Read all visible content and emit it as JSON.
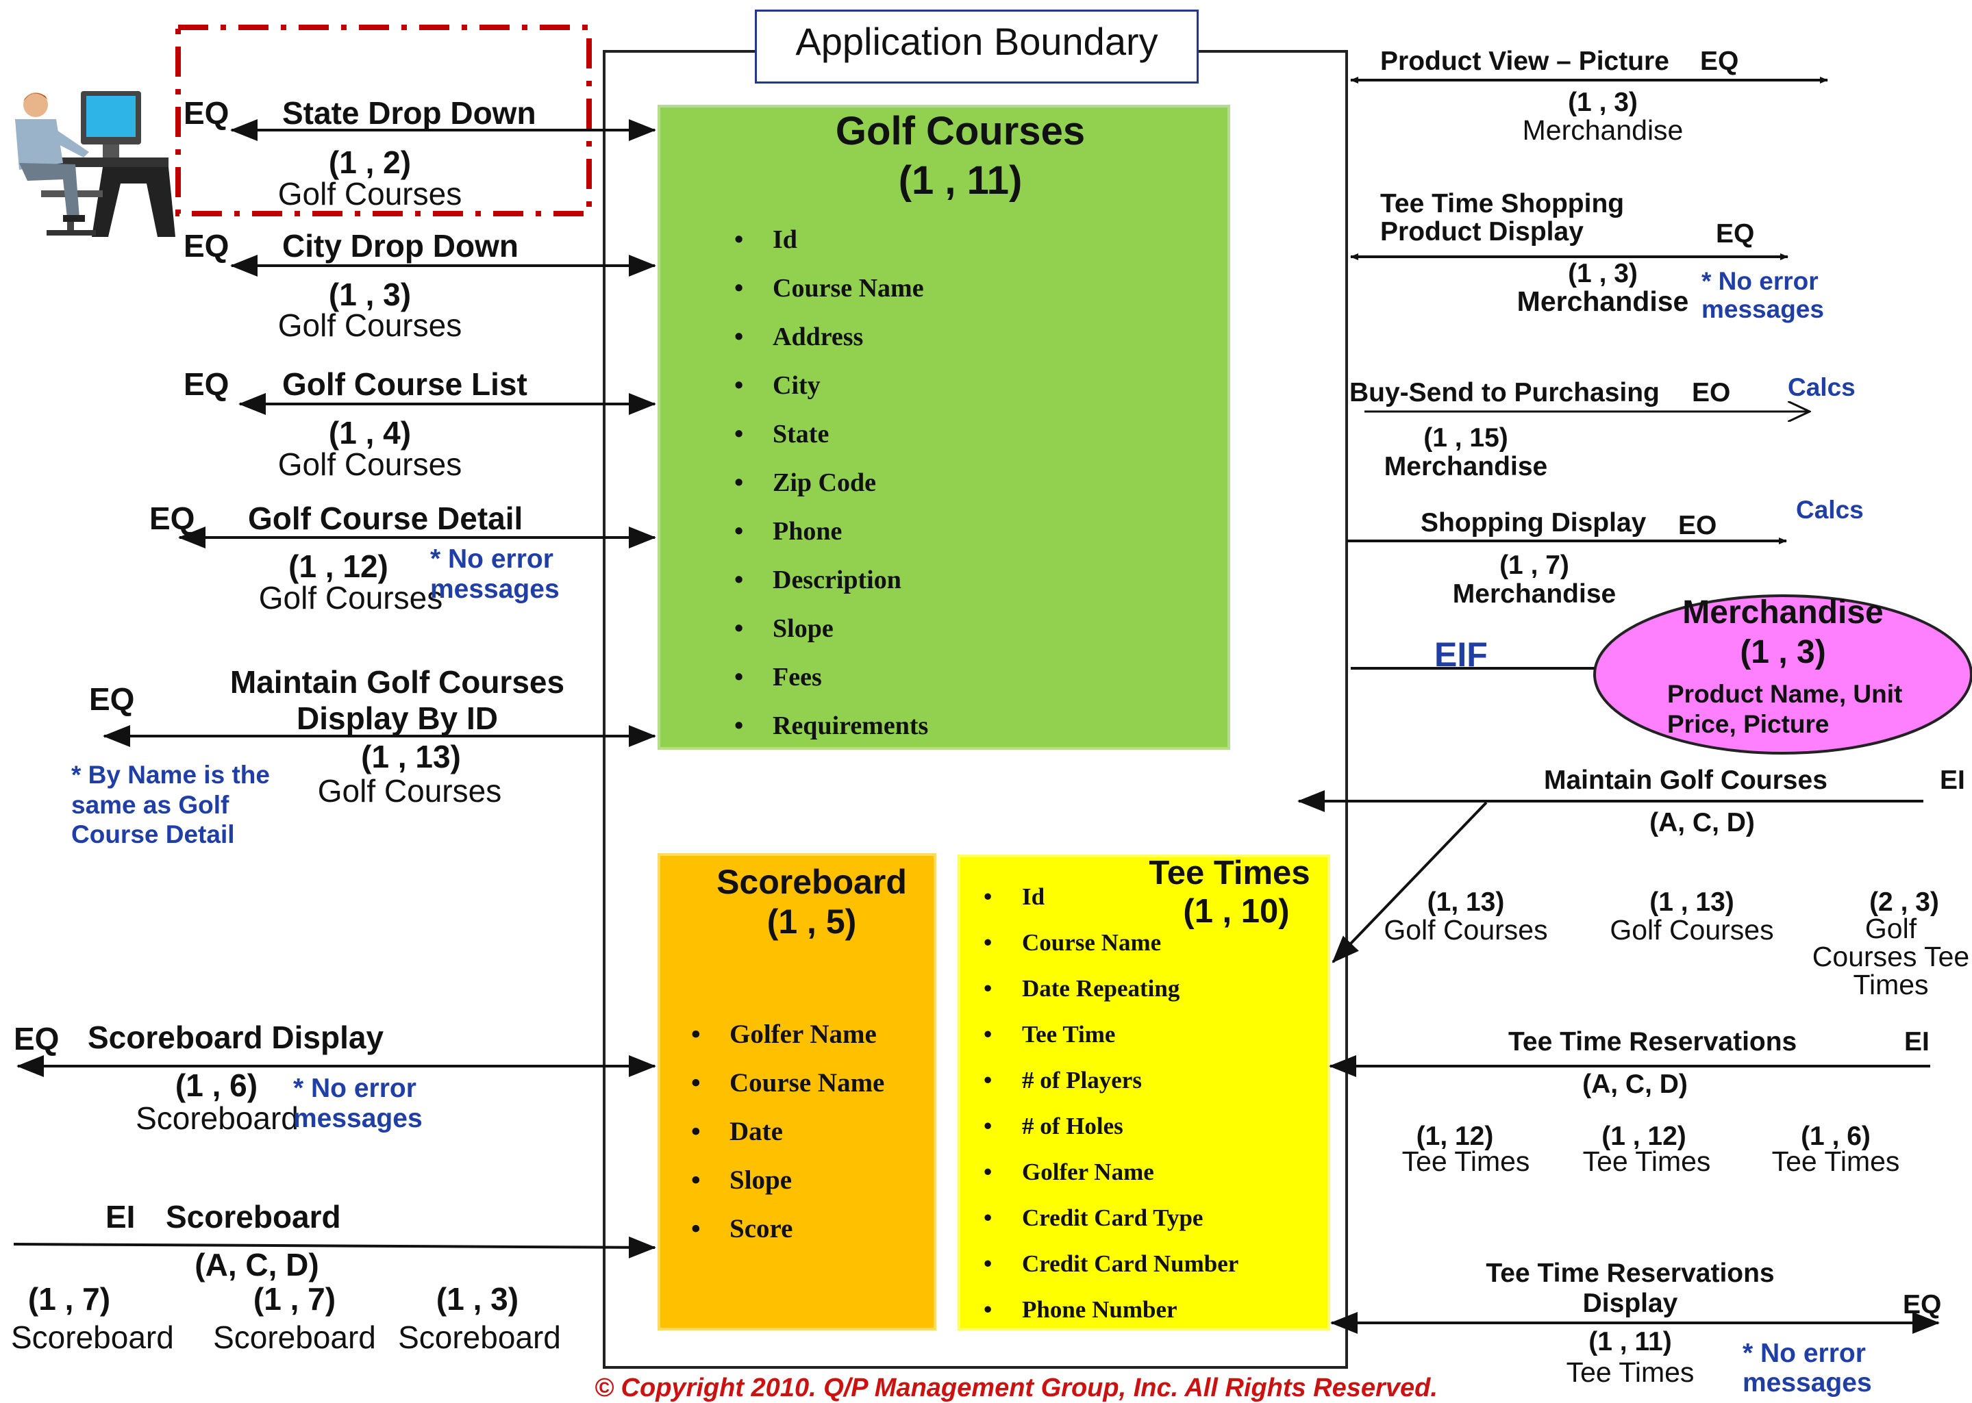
{
  "app_boundary": "Application Boundary",
  "golf_courses": {
    "title": "Golf Courses",
    "count": "(1 , 11)",
    "fields": [
      "Id",
      "Course Name",
      "Address",
      "City",
      "State",
      "Zip Code",
      "Phone",
      "Description",
      "Slope",
      "Fees",
      "Requirements"
    ]
  },
  "scoreboard": {
    "title": "Scoreboard",
    "count": "(1 , 5)",
    "fields": [
      "Golfer Name",
      "Course Name",
      "Date",
      "Slope",
      "Score"
    ]
  },
  "tee_times": {
    "title": "Tee Times",
    "count": "(1 , 10)",
    "fields": [
      "Id",
      "Course Name",
      "Date Repeating",
      "Tee Time",
      "# of Players",
      "# of Holes",
      "Golfer Name",
      "Credit Card Type",
      "Credit Card Number",
      "Phone Number"
    ]
  },
  "merchandise_eif": {
    "label": "EIF",
    "title": "Merchandise",
    "count": "(1 , 3)",
    "detail": "Product Name, Unit Price,  Picture"
  },
  "left": {
    "state_dd": {
      "type": "EQ",
      "label": "State Drop Down",
      "count": "(1 , 2)",
      "file": "Golf Courses"
    },
    "city_dd": {
      "type": "EQ",
      "label": "City Drop Down",
      "count": "(1 , 3)",
      "file": "Golf Courses"
    },
    "course_list": {
      "type": "EQ",
      "label": "Golf Course List",
      "count": "(1 , 4)",
      "file": "Golf Courses"
    },
    "course_detail": {
      "type": "EQ",
      "label": "Golf Course Detail",
      "count": "(1 , 12)",
      "file": "Golf Courses",
      "note": "* No error messages"
    },
    "maintain_display": {
      "type": "EQ",
      "label": "Maintain Golf Courses Display By ID",
      "count": "(1 , 13)",
      "file": "Golf Courses",
      "note": "* By Name is the same as Golf Course Detail"
    },
    "scoreboard_display": {
      "type": "EQ",
      "label": "Scoreboard Display",
      "count": "(1 , 6)",
      "file": "Scoreboard",
      "note": "* No error messages"
    },
    "scoreboard_ei": {
      "type": "EI",
      "label": "Scoreboard",
      "ops": "(A, C, D)",
      "counts": [
        {
          "count": "(1 , 7)",
          "file": "Scoreboard"
        },
        {
          "count": "(1 , 7)",
          "file": "Scoreboard"
        },
        {
          "count": "(1 , 3)",
          "file": "Scoreboard"
        }
      ]
    }
  },
  "right": {
    "product_view": {
      "type": "EQ",
      "label": "Product View – Picture",
      "count": "(1 , 3)",
      "file": "Merchandise"
    },
    "tee_shopping": {
      "type": "EQ",
      "label": "Tee Time Shopping Product Display",
      "count": "(1 , 3)",
      "file": "Merchandise",
      "note": "* No error messages"
    },
    "buy_send": {
      "type": "EO",
      "label": "Buy-Send to Purchasing",
      "count": "(1 , 15)",
      "file": "Merchandise",
      "note": "Calcs"
    },
    "shopping_display": {
      "type": "EO",
      "label": "Shopping Display",
      "count": "(1 , 7)",
      "file": "Merchandise",
      "note": "Calcs"
    },
    "maintain_ei": {
      "type": "EI",
      "label": "Maintain Golf Courses",
      "ops": "(A, C, D)",
      "counts": [
        {
          "count": "(1, 13)",
          "file": "Golf Courses"
        },
        {
          "count": "(1 , 13)",
          "file": "Golf Courses"
        },
        {
          "count": "(2 , 3)",
          "file": "Golf Courses Tee Times"
        }
      ]
    },
    "tee_res_ei": {
      "type": "EI",
      "label": "Tee Time Reservations",
      "ops": "(A, C, D)",
      "counts": [
        {
          "count": "(1, 12)",
          "file": "Tee Times"
        },
        {
          "count": "(1 , 12)",
          "file": "Tee Times"
        },
        {
          "count": "(1 , 6)",
          "file": "Tee Times"
        }
      ]
    },
    "tee_res_display": {
      "type": "EQ",
      "label": "Tee Time Reservations Display",
      "count": "(1 , 11)",
      "file": "Tee Times",
      "note": "* No error messages"
    }
  },
  "copyright": "© Copyright 2010. Q/P Management Group, Inc. All Rights Reserved.",
  "colors": {
    "golf": "#92d050",
    "scoreboard": "#ffc000",
    "tee": "#ffff00",
    "merch": "#ff80ff",
    "copyright": "#cc1111",
    "note": "#1f3ea6",
    "dash": "#c00000"
  }
}
